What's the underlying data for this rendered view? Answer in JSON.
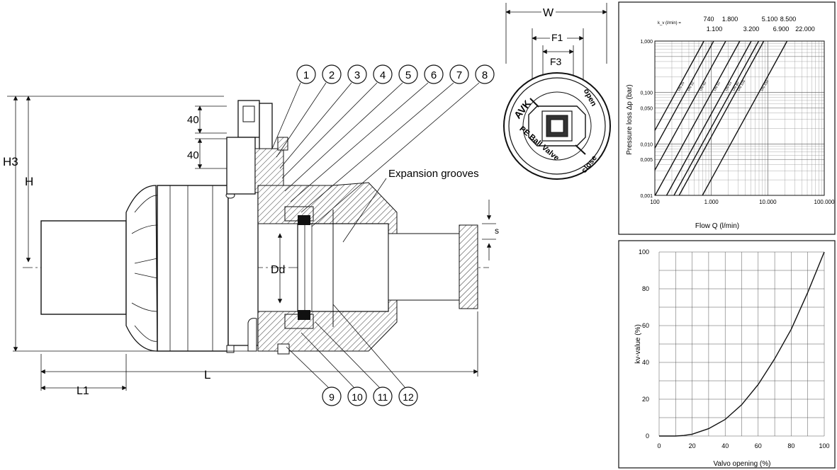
{
  "section": {
    "dimensions": {
      "H3": "H3",
      "H": "H",
      "dd": "Dd",
      "L": "L",
      "L1": "L1",
      "s": "s",
      "d40a": "40",
      "d40b": "40"
    },
    "label_expansion": "Expansion grooves",
    "callouts_top": [
      "1",
      "2",
      "3",
      "4",
      "5",
      "6",
      "7",
      "8"
    ],
    "callouts_bottom": [
      "9",
      "10",
      "11",
      "12"
    ]
  },
  "top_view": {
    "W": "W",
    "F1": "F1",
    "F3": "F3",
    "ring_texts": [
      "AVK",
      "PE Ball Valve",
      "close",
      "open"
    ]
  },
  "chart_data": [
    {
      "type": "line",
      "title": "",
      "xlabel": "Flow Q (l/min)",
      "ylabel": "Pressure loss Δp (bar)",
      "xscale": "log",
      "yscale": "log",
      "xlim": [
        100,
        100000
      ],
      "ylim": [
        0.001,
        1
      ],
      "x_tick_labels": [
        "100",
        "1.000",
        "10.000",
        "100.000"
      ],
      "y_tick_labels": [
        "1,000",
        "0,100",
        "0,050",
        "0,010",
        "0,005",
        "0,001"
      ],
      "y_ticks": [
        1,
        0.1,
        0.05,
        0.01,
        0.005,
        0.001
      ],
      "kv_header": "k_v (l/min) =",
      "kv_labels_top": [
        "740",
        "1.800",
        "5.100",
        "8.500"
      ],
      "kv_labels_bottom": [
        "1.100",
        "3.200",
        "6.900",
        "22.000"
      ],
      "series": [
        {
          "name": "DN 25",
          "kv": 740
        },
        {
          "name": "DN 32",
          "kv": 1100
        },
        {
          "name": "DN 40",
          "kv": 1800
        },
        {
          "name": "DN 50",
          "kv": 3200
        },
        {
          "name": "DN 63",
          "kv": 5100
        },
        {
          "name": "DN 80",
          "kv": 6900
        },
        {
          "name": "DN 100",
          "kv": 8500
        },
        {
          "name": "DN 150",
          "kv": 22000
        }
      ]
    },
    {
      "type": "line",
      "title": "",
      "xlabel": "Valvo opening (%)",
      "ylabel": "kv-value (%)",
      "xlim": [
        0,
        100
      ],
      "ylim": [
        0,
        100
      ],
      "x_ticks": [
        0,
        20,
        40,
        60,
        80,
        100
      ],
      "y_ticks": [
        0,
        20,
        40,
        60,
        80,
        100
      ],
      "grid": true,
      "series": [
        {
          "x": [
            0,
            10,
            15,
            20,
            30,
            40,
            50,
            60,
            70,
            80,
            90,
            100
          ],
          "y": [
            0,
            0,
            0.3,
            1,
            4,
            9,
            17,
            28,
            42,
            58,
            78,
            100
          ]
        }
      ]
    }
  ]
}
